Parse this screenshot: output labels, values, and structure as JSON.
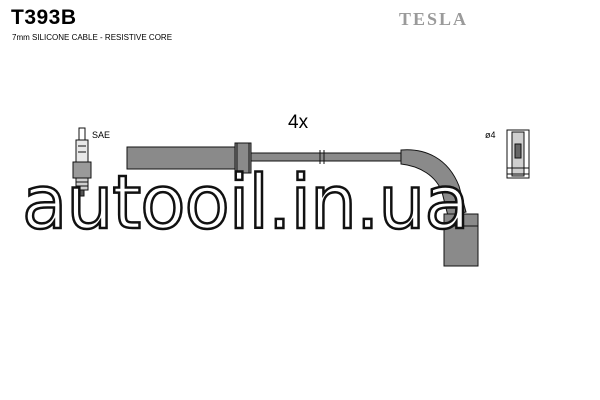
{
  "header": {
    "part_code": "T393B",
    "description": "7mm SILICONE CABLE - RESISTIVE CORE",
    "brand": "TESLA"
  },
  "diagram": {
    "quantity_label": "4x",
    "left_connector_label": "SAE",
    "right_connector_label": "ø4"
  },
  "watermark": {
    "text": "autooil.in.ua"
  },
  "colors": {
    "cable_fill": "#8a8a8a",
    "outline": "#111111",
    "brand_gray": "#9a9a9a"
  }
}
